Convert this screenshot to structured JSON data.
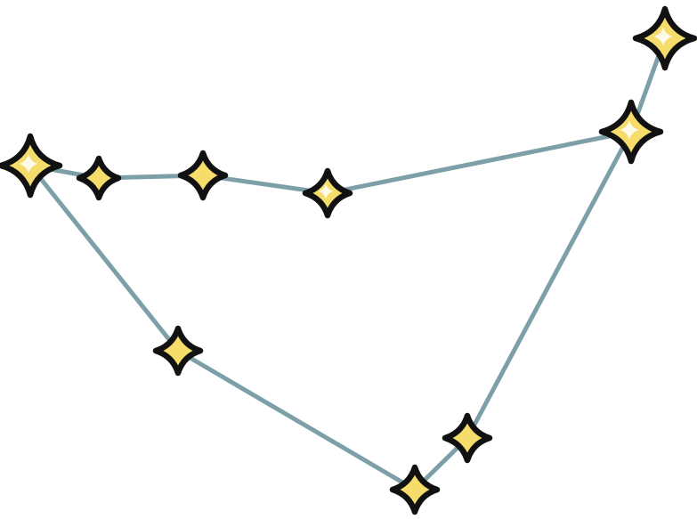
{
  "figure": {
    "type": "constellation",
    "line_color": "#7d9fa8",
    "star_fill": "#f6dd6b",
    "star_outline": "#111111",
    "star_icon": "four-point-sparkle-icon",
    "stars": [
      {
        "id": "s1",
        "size": "large",
        "glint": true
      },
      {
        "id": "s2",
        "size": "small",
        "glint": false
      },
      {
        "id": "s3",
        "size": "medium",
        "glint": false
      },
      {
        "id": "s4",
        "size": "medium",
        "glint": true
      },
      {
        "id": "s5",
        "size": "large",
        "glint": true
      },
      {
        "id": "s6",
        "size": "large",
        "glint": true
      },
      {
        "id": "s7",
        "size": "medium",
        "glint": false
      },
      {
        "id": "s8",
        "size": "medium",
        "glint": false
      },
      {
        "id": "s9",
        "size": "medium",
        "glint": false
      }
    ],
    "connections": [
      [
        "s1",
        "s2"
      ],
      [
        "s2",
        "s3"
      ],
      [
        "s3",
        "s4"
      ],
      [
        "s4",
        "s5"
      ],
      [
        "s5",
        "s6"
      ],
      [
        "s5",
        "s7"
      ],
      [
        "s7",
        "s8"
      ],
      [
        "s8",
        "s9"
      ],
      [
        "s9",
        "s1"
      ]
    ]
  }
}
